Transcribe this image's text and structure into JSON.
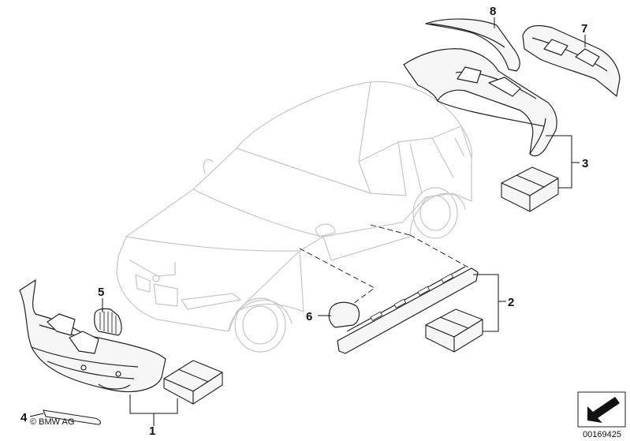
{
  "diagram": {
    "callouts": [
      "1",
      "2",
      "3",
      "4",
      "5",
      "6",
      "7",
      "8"
    ],
    "copyright": "© BMW AG",
    "document_number": "00169425"
  },
  "colors": {
    "car_outline": "#c8c8c8",
    "part_outline": "#222222",
    "part_fill": "#f6f6f6",
    "leader": "#111111"
  }
}
